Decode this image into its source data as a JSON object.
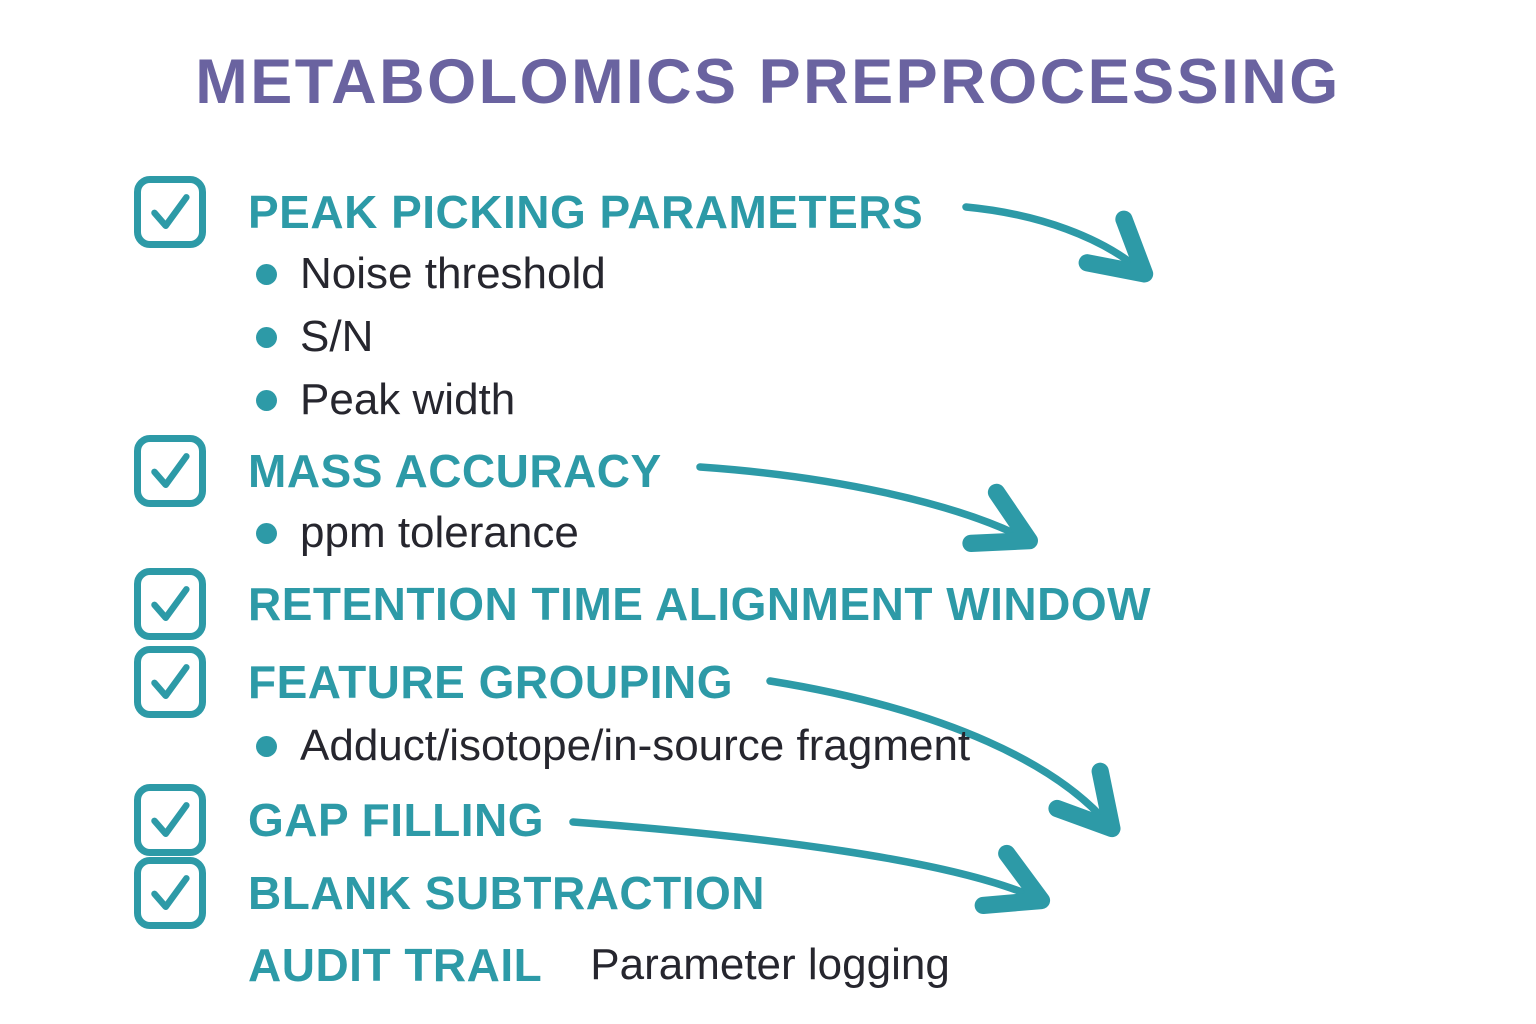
{
  "title": "METABOLOMICS PREPROCESSING",
  "colors": {
    "teal": "#2d9aa7",
    "title": "#6a63a0",
    "dark": "#26262e",
    "bg": "#ffffff"
  },
  "checklist": {
    "items": [
      {
        "label": "PEAK PICKING PARAMETERS",
        "checked": true,
        "bullets": [
          "Noise threshold",
          "S/N",
          "Peak width"
        ]
      },
      {
        "label": "MASS ACCURACY",
        "checked": true,
        "bullets": [
          "ppm tolerance"
        ]
      },
      {
        "label": "RETENTION TIME ALIGNMENT WINDOW",
        "checked": true,
        "bullets": []
      },
      {
        "label": "FEATURE GROUPING",
        "checked": true,
        "bullets": [
          "Adduct/isotope/in-source fragment"
        ]
      },
      {
        "label": "GAP FILLING",
        "checked": true,
        "bullets": []
      },
      {
        "label": "BLANK SUBTRACTION",
        "checked": true,
        "bullets": []
      },
      {
        "label": "AUDIT TRAIL",
        "checked": false,
        "note": "Parameter logging",
        "bullets": []
      }
    ]
  },
  "icons": {
    "checkbox": "checkbox-checked-icon",
    "arrows": [
      "curved-arrow-1",
      "curved-arrow-2",
      "curved-arrow-3",
      "curved-arrow-4"
    ]
  }
}
